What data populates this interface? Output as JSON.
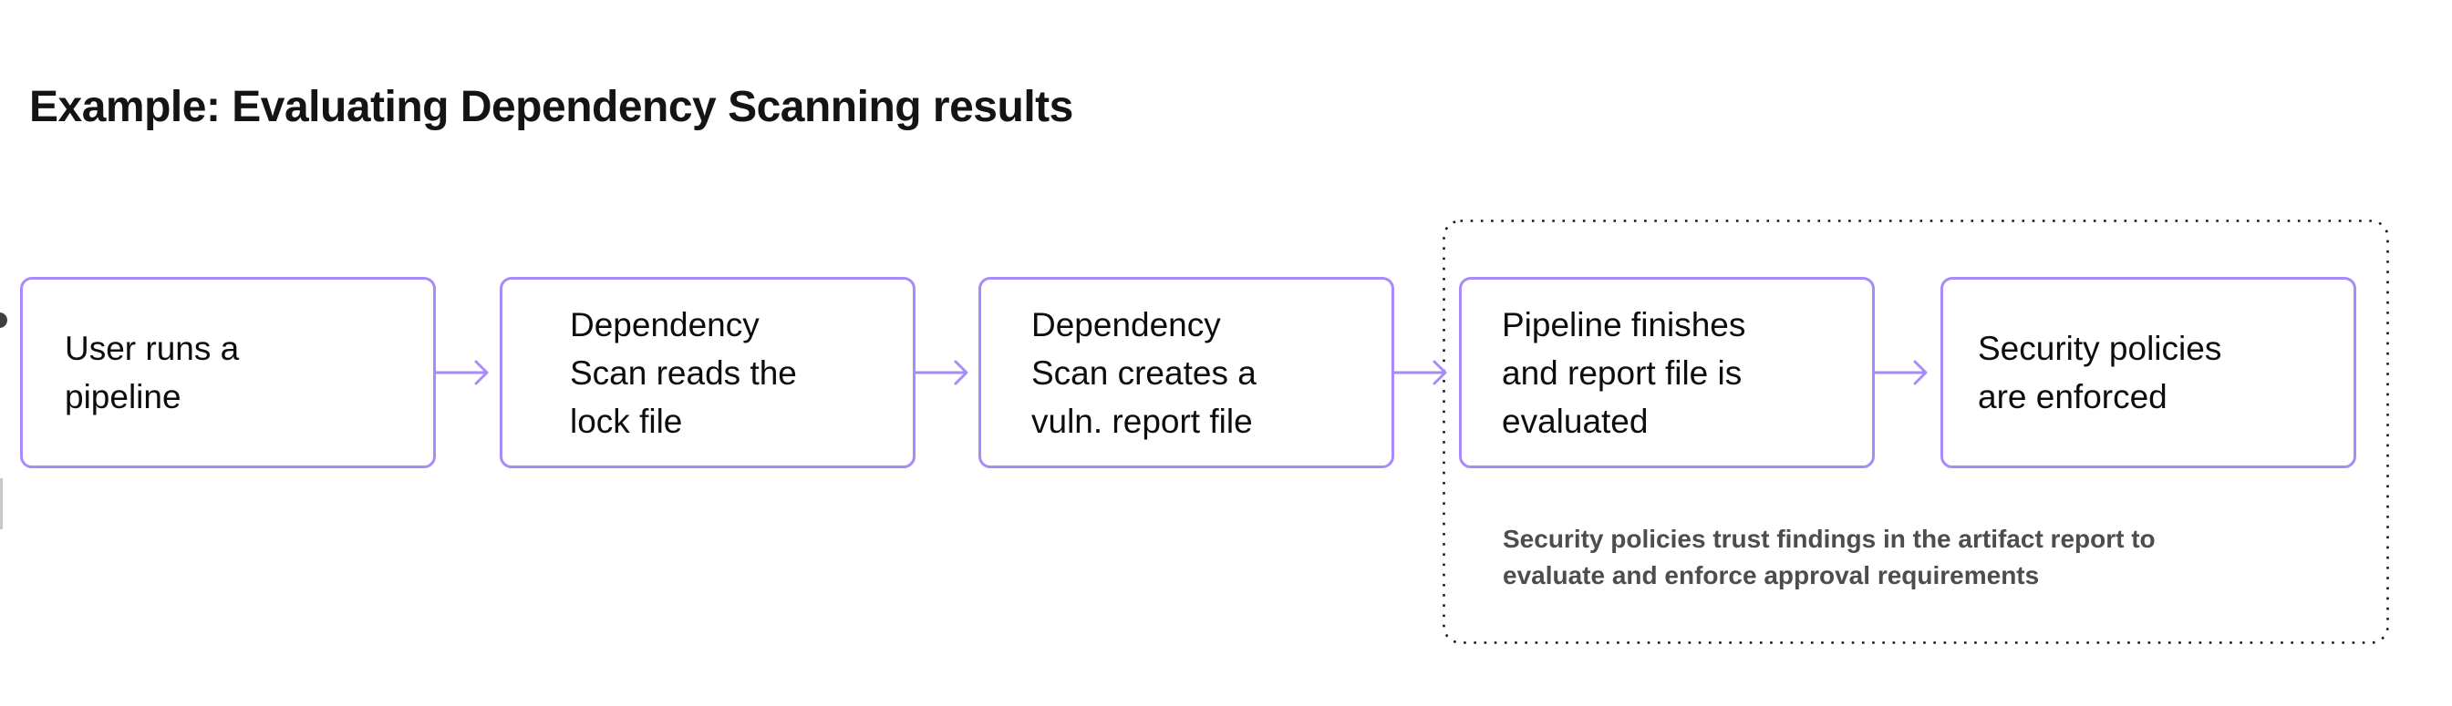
{
  "page": {
    "title": "Example: Evaluating Dependency Scanning results"
  },
  "flowchart": {
    "nodes": [
      {
        "label": "User runs a\npipeline"
      },
      {
        "label": "Dependency\nScan reads the\nlock file"
      },
      {
        "label": "Dependency\nScan creates a\nvuln. report file"
      },
      {
        "label": "Pipeline finishes\nand report file is\nevaluated"
      },
      {
        "label": "Security policies\nare enforced"
      }
    ],
    "group_note": "Security policies trust findings in the artifact report to\nevaluate and enforce approval requirements"
  },
  "colors": {
    "background": "#ffffff",
    "node_border": "#a78bfa",
    "arrow": "#a78bfa",
    "group_dotted_border": "#161616",
    "node_text": "#0d0d0d",
    "title_text": "#141414",
    "note_text": "#4d4d4d"
  }
}
